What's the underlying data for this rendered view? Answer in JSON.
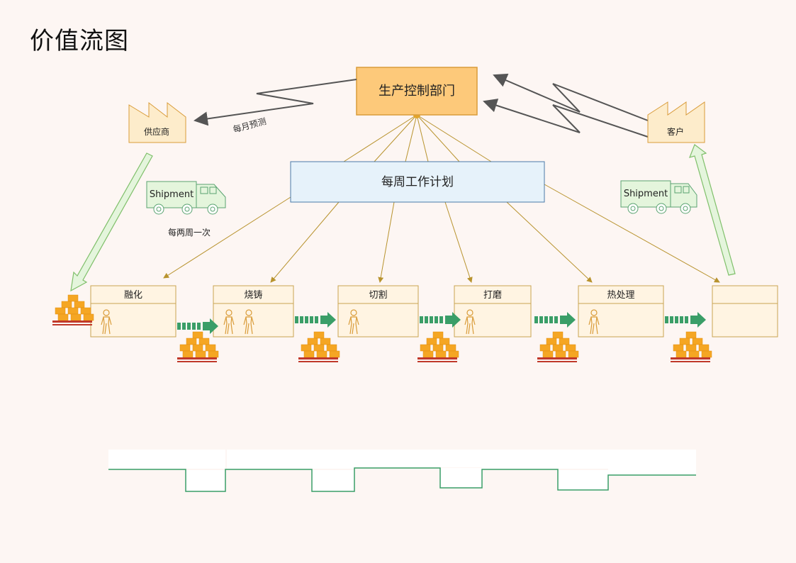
{
  "title": "价值流图",
  "control": {
    "label": "生产控制部门"
  },
  "plan": {
    "label": "每周工作计划"
  },
  "supplier": {
    "label": "供应商"
  },
  "customer": {
    "label": "客户"
  },
  "forecast": {
    "label": "每月预测"
  },
  "trucks": [
    {
      "label": "Shipment"
    },
    {
      "label": "Shipment"
    }
  ],
  "frequency": {
    "label": "每两周一次"
  },
  "processes": [
    {
      "name": "融化",
      "operators": 1
    },
    {
      "name": "烧铸",
      "operators": 2
    },
    {
      "name": "切割",
      "operators": 1
    },
    {
      "name": "打磨",
      "operators": 1
    },
    {
      "name": "热处理",
      "operators": 1
    },
    {
      "name": "",
      "operators": 0
    }
  ],
  "colors": {
    "background": "#fdf6f3",
    "control_fill": "#fdc97a",
    "plan_fill": "#e6f2fa",
    "process_fill": "#fff4e2",
    "process_border": "#c9a451",
    "push_arrow": "#3a9e68",
    "timeline": "#3a9e68",
    "inventory": "#f5a623",
    "pallet": "#c0392b",
    "info_line": "#b8932e"
  }
}
